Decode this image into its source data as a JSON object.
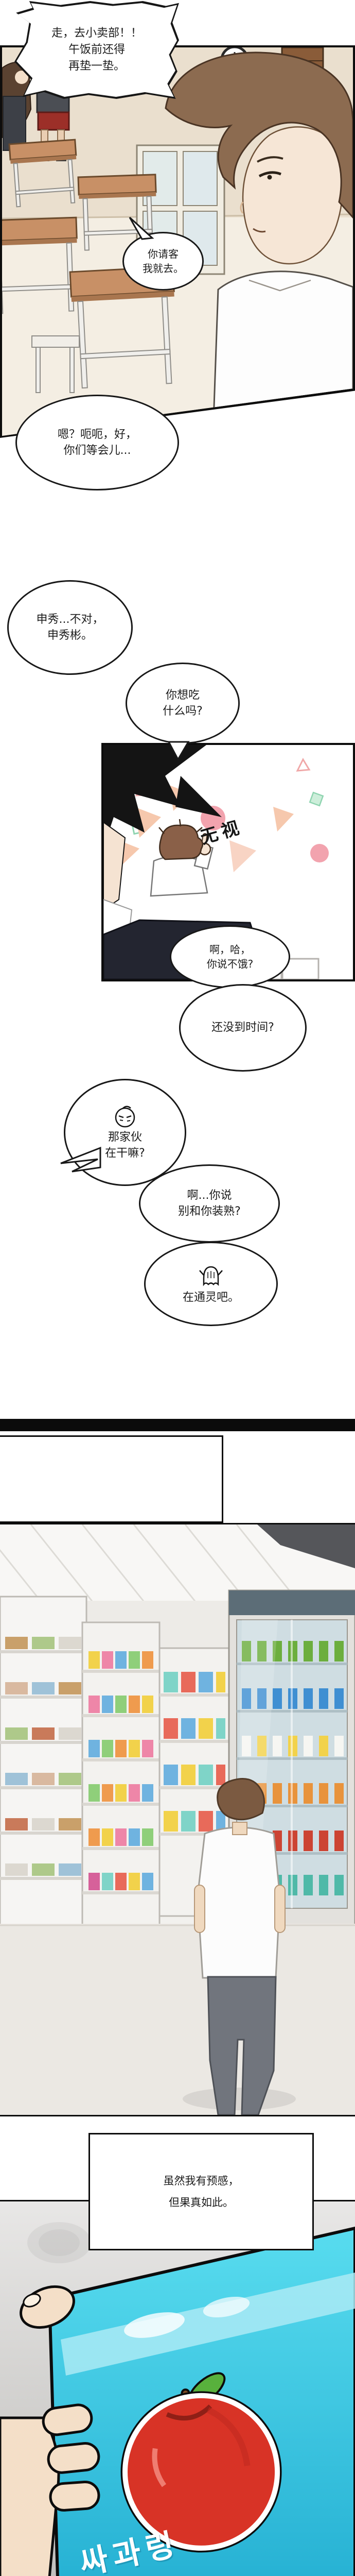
{
  "page_type": "webtoon-comic-page",
  "colors": {
    "panel_border": "#0d0d0d",
    "classroom_wall": "#eadfce",
    "classroom_floor": "#f4eee3",
    "desk_wood": "#c89066",
    "boy_shorts": "#9c2f28",
    "protagonist_hair": "#8c6b50",
    "skin": "#f6e6d6",
    "confetti_mint": "#cdeeda",
    "confetti_peach": "#f6c8ad",
    "confetti_pink": "#f2a3ae",
    "cooler_green": "#6cae3e",
    "cooler_blue": "#3f8fd2",
    "cooler_orange": "#e8933c",
    "carton_cyan": "#3fcbe2",
    "apple_red": "#d83326",
    "leaf_green": "#58b13c"
  },
  "bubbles": {
    "b1": {
      "lines": [
        "走，去小卖部！！",
        "午饭前还得",
        "再垫一垫。"
      ]
    },
    "b2": {
      "lines": [
        "你请客",
        "我就去。"
      ]
    },
    "b3": {
      "lines": [
        "嗯？呃呃，好，",
        "你们等会儿..."
      ]
    },
    "b4": {
      "lines": [
        "申秀...不对，",
        "申秀彬。"
      ]
    },
    "b5": {
      "lines": [
        "你想吃",
        "什么吗?"
      ]
    },
    "b6": {
      "lines": [
        "啊，哈，",
        "你说不饿?"
      ]
    },
    "b7": {
      "lines": [
        "还没到时间?"
      ]
    },
    "b8": {
      "lines": [
        "那家伙",
        "在干嘛?"
      ]
    },
    "b9": {
      "lines": [
        "啊...你说",
        "别和你装熟?"
      ]
    },
    "b10": {
      "lines": [
        "在通灵吧。"
      ]
    }
  },
  "sfx": {
    "ignore": "无视"
  },
  "narration": {
    "lines": [
      "虽然我有预感，",
      "但果真如此。"
    ]
  },
  "carton": {
    "brand_text": "싸과링"
  }
}
